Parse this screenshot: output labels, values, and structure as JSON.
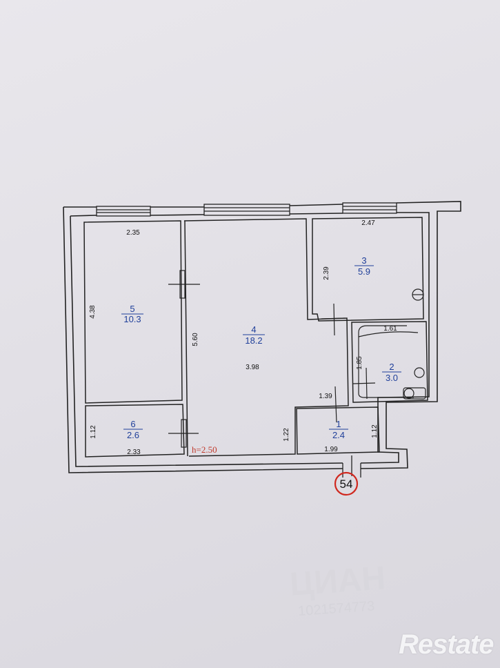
{
  "rooms": [
    {
      "number": "5",
      "area": "10.3"
    },
    {
      "number": "4",
      "area": "18.2"
    },
    {
      "number": "3",
      "area": "5.9"
    },
    {
      "number": "2",
      "area": "3.0"
    },
    {
      "number": "6",
      "area": "2.6"
    },
    {
      "number": "1",
      "area": "2.4"
    }
  ],
  "dimensions": {
    "room5_width": "2.35",
    "room5_length": "4.38",
    "room3_width": "2.47",
    "room3_length": "2.39",
    "room4_length": "5.60",
    "room4_width": "3.98",
    "room2_width": "1.61",
    "room2_length": "1.85",
    "corridor_width": "1.39",
    "room1_length_right": "1.12",
    "room4_lower": "1.22",
    "room6_length": "1.12",
    "room6_width": "2.33",
    "room1_width": "1.99"
  },
  "ceiling_height": "h=2.50",
  "badge": "54",
  "watermark": {
    "logo": "ЦИАН",
    "id": "1021574773"
  },
  "brand": "Restate",
  "colors": {
    "ink": "#222222",
    "room_labels": "#1f3f9a",
    "height_label": "#c0392b",
    "badge_ring": "#d0281f"
  }
}
